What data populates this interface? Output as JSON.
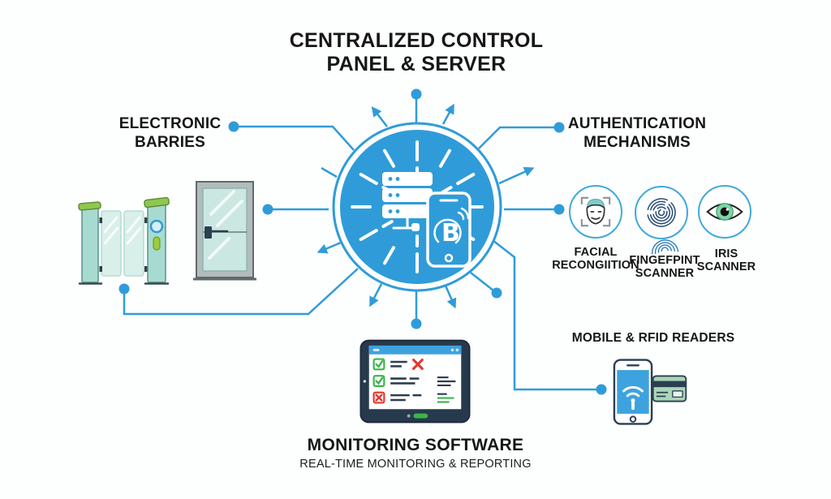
{
  "title": {
    "line1": "CENTRALIZED CONTROL",
    "line2": "PANEL & SERVER"
  },
  "hub": {
    "icons": [
      "server-icon",
      "smartphone-icon"
    ]
  },
  "sections": {
    "electronic_barriers": {
      "line1": "ELECTRONIC",
      "line2": "BARRIES",
      "illustrations": [
        "turnstile-gate-illustration",
        "glass-door-illustration"
      ]
    },
    "authentication": {
      "line1": "AUTHENTICATION",
      "line2": "MECHANISMS",
      "items": [
        {
          "icon": "facial-recognition-icon",
          "line1": "FACIAL",
          "line2": "RECONGIITION"
        },
        {
          "icon": "fingerprint-icon",
          "line1": "FINGEFPINT",
          "line2": "SCANNER"
        },
        {
          "icon": "iris-scanner-icon",
          "line1": "IRIS",
          "line2": "SCANNER"
        }
      ]
    },
    "mobile_rfid": {
      "label": "MOBILE & RFID READERS",
      "illustrations": [
        "nfc-phone-icon",
        "rfid-card-icon"
      ]
    },
    "monitoring": {
      "label": "MONITORING SOFTWARE",
      "sublabel": "REAL-TIME MONITORING & REPORTING",
      "illustrations": [
        "monitoring-tablet-icon"
      ]
    }
  },
  "colors": {
    "accent_blue": "#2F9CD9",
    "text_dark": "#161616",
    "navy": "#2C3E50",
    "check_green": "#3BB54A",
    "cross_red": "#E2372F",
    "glass_teal": "#CDE8E2",
    "pillar_teal": "#A7DBD1",
    "cap_green": "#8FC74F",
    "card_green": "#A9D6B8",
    "iris_green": "#7ED6A7"
  }
}
